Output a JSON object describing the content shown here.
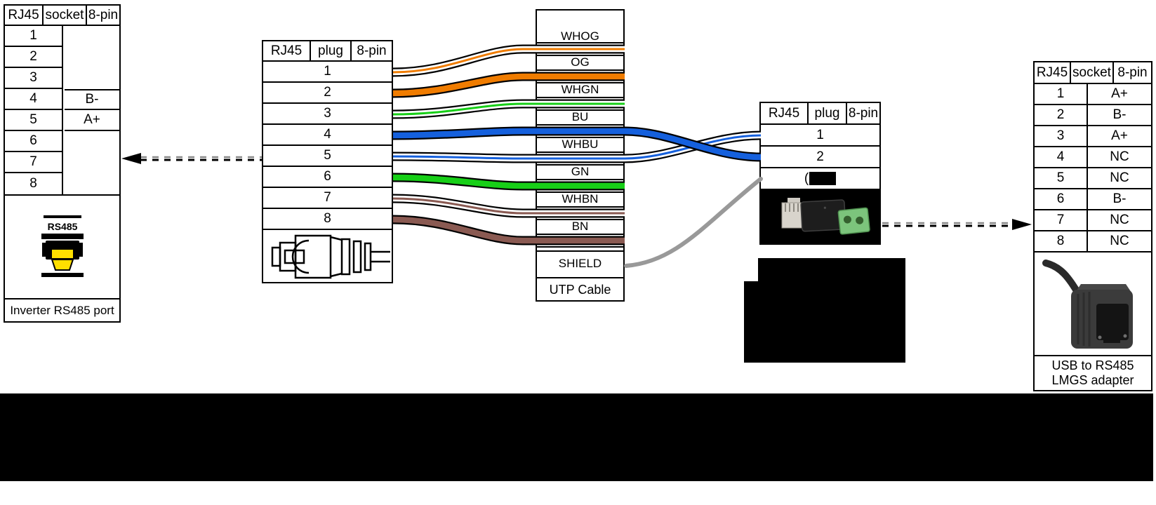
{
  "inverter_table": {
    "headers": [
      "RJ45",
      "socket",
      "8-pin"
    ],
    "pins": [
      "1",
      "2",
      "3",
      "4",
      "5",
      "6",
      "7",
      "8"
    ],
    "signals": [
      "",
      "",
      "",
      "B-",
      "A+",
      "",
      "",
      ""
    ],
    "icon_label": "RS485",
    "caption": "Inverter RS485 port"
  },
  "utp_plug_table": {
    "headers": [
      "RJ45",
      "plug",
      "8-pin"
    ],
    "pins": [
      "1",
      "2",
      "3",
      "4",
      "5",
      "6",
      "7",
      "8"
    ]
  },
  "utp_cable_table": {
    "wire_labels": [
      "WHOG",
      "OG",
      "WHGN",
      "BU",
      "WHBU",
      "GN",
      "WHBN",
      "BN"
    ],
    "shield_label": "SHIELD",
    "caption": "UTP Cable"
  },
  "adapter_plug_table": {
    "headers": [
      "RJ45",
      "plug",
      "8-pin"
    ],
    "pins": [
      "1",
      "2"
    ],
    "redacted_pin_fragment": "("
  },
  "usb_adapter_table": {
    "headers": [
      "RJ45",
      "socket",
      "8-pin"
    ],
    "rows": [
      {
        "pin": "1",
        "signal": "A+"
      },
      {
        "pin": "2",
        "signal": "B-"
      },
      {
        "pin": "3",
        "signal": "A+"
      },
      {
        "pin": "4",
        "signal": "NC"
      },
      {
        "pin": "5",
        "signal": "NC"
      },
      {
        "pin": "6",
        "signal": "B-"
      },
      {
        "pin": "7",
        "signal": "NC"
      },
      {
        "pin": "8",
        "signal": "NC"
      }
    ],
    "caption_line1": "USB to RS485",
    "caption_line2": "LMGS adapter"
  },
  "wire_colors": {
    "orange": "#f07c00",
    "green": "#17cf17",
    "blue": "#1560dd",
    "brown": "#8a5a52",
    "white": "#ffffff",
    "outline": "#000000",
    "shield_gray": "#999999",
    "arrow_gray": "#8a8a8a"
  }
}
